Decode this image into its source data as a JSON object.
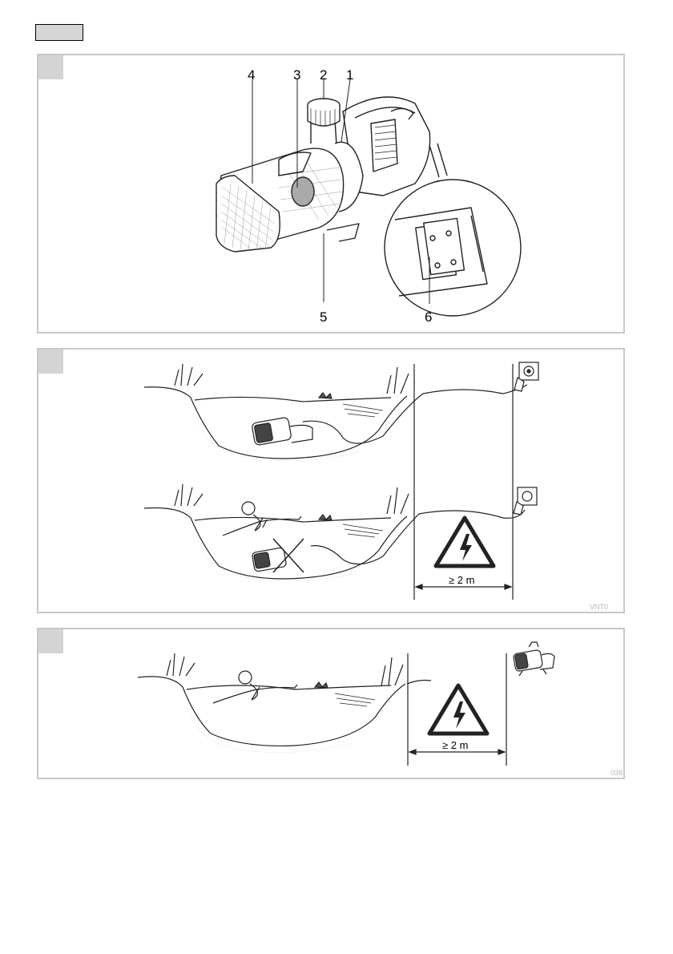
{
  "figure1": {
    "callouts": [
      "4",
      "3",
      "2",
      "1",
      "5",
      "6"
    ]
  },
  "figure2": {
    "distance_label": "≥ 2 m",
    "image_code": "VNT0"
  },
  "figure3": {
    "distance_label": "≥ 2 m",
    "image_code": "038"
  },
  "colors": {
    "panel_border": "#c8c8c8",
    "tab_fill": "#d4d4d4",
    "lang_box_fill": "#d6d6d6"
  }
}
